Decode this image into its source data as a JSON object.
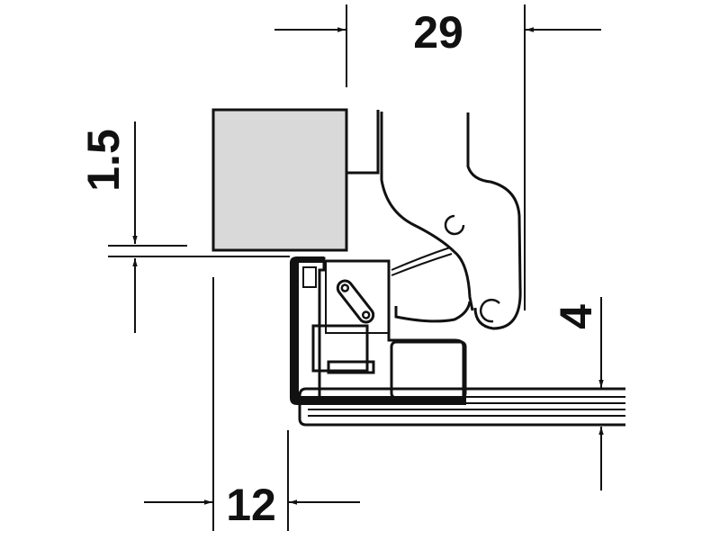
{
  "dimensions": {
    "top_width": "29",
    "left_gap": "1.5",
    "right_height": "4",
    "bottom_width": "12"
  },
  "colors": {
    "line": "#111111",
    "panel_fill": "#d9d9d9"
  }
}
